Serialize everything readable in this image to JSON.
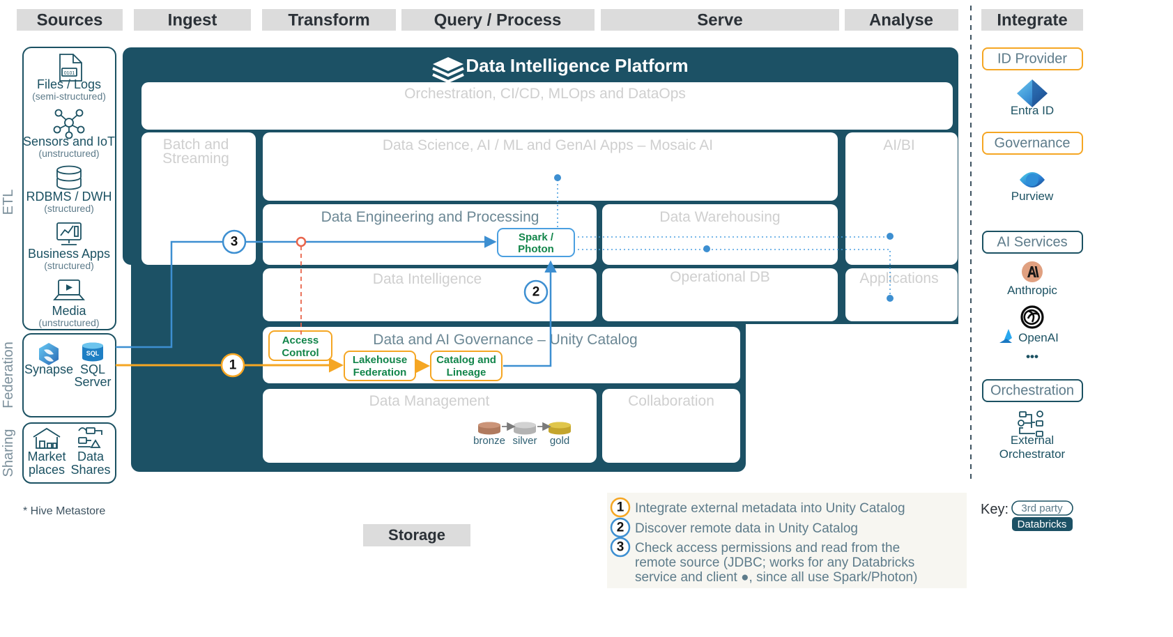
{
  "columns": [
    {
      "id": "sources",
      "label": "Sources"
    },
    {
      "id": "ingest",
      "label": "Ingest"
    },
    {
      "id": "transform",
      "label": "Transform"
    },
    {
      "id": "query",
      "label": "Query / Process"
    },
    {
      "id": "serve",
      "label": "Serve"
    },
    {
      "id": "analyse",
      "label": "Analyse"
    },
    {
      "id": "integrate",
      "label": "Integrate"
    }
  ],
  "sources": {
    "side_labels": [
      "ETL",
      "Federation",
      "Sharing"
    ],
    "etl_items": [
      {
        "icon": "file-binary-icon",
        "label": "Files / Logs",
        "sub": "(semi-structured)"
      },
      {
        "icon": "sensor-network-icon",
        "label": "Sensors and IoT",
        "sub": "(unstructured)"
      },
      {
        "icon": "database-icon",
        "label": "RDBMS / DWH",
        "sub": "(structured)"
      },
      {
        "icon": "monitor-chart-icon",
        "label": "Business Apps",
        "sub": "(structured)"
      },
      {
        "icon": "media-laptop-icon",
        "label": "Media",
        "sub": "(unstructured)"
      }
    ],
    "federation_items": [
      {
        "icon": "synapse-icon",
        "label": "Synapse"
      },
      {
        "icon": "sql-server-icon",
        "label": "SQL Server"
      }
    ],
    "sharing_items": [
      {
        "icon": "marketplace-icon",
        "label": "Market places"
      },
      {
        "icon": "data-share-icon",
        "label": "Data Shares"
      }
    ],
    "footnote": "* Hive Metastore"
  },
  "platform": {
    "title": "Data Intelligence Platform",
    "logo_icon": "databricks-logo-icon",
    "ops_band": "Orchestration, CI/CD, MLOps and DataOps",
    "batch_streaming": "Batch and Streaming",
    "rows": [
      {
        "id": "mosaic",
        "label": "Data Science, AI / ML and GenAI Apps – Mosaic AI",
        "right": "AI/BI"
      },
      {
        "id": "dep",
        "label": "Data Engineering and Processing",
        "right": "Data Warehousing"
      },
      {
        "id": "di",
        "label": "Data Intelligence",
        "right": "Operational DB",
        "far": "Applications"
      },
      {
        "id": "uc",
        "label": "Data and AI Governance – Unity Catalog"
      },
      {
        "id": "dm",
        "label": "Data Management",
        "right": "Collaboration"
      }
    ],
    "tags": [
      {
        "id": "access-control",
        "label": "Access Control",
        "style": "orange"
      },
      {
        "id": "lakehouse-federation",
        "label": "Lakehouse Federation",
        "style": "orange"
      },
      {
        "id": "catalog-lineage",
        "label": "Catalog and Lineage",
        "style": "orange"
      },
      {
        "id": "spark-photon",
        "label": "Spark / Photon",
        "style": "blue"
      }
    ],
    "medallion": [
      {
        "label": "bronze",
        "color": "#c08a6e"
      },
      {
        "label": "silver",
        "color": "#c6c6c6"
      },
      {
        "label": "gold",
        "color": "#d7b93c"
      }
    ]
  },
  "storage": {
    "label": "Storage"
  },
  "flow_markers": [
    {
      "n": "1",
      "style": "orange"
    },
    {
      "n": "2",
      "style": "blue"
    },
    {
      "n": "3",
      "style": "blue"
    }
  ],
  "legend": {
    "items": [
      {
        "n": "1",
        "style": "orange",
        "lines": [
          "Integrate external metadata into Unity Catalog"
        ]
      },
      {
        "n": "2",
        "style": "blue",
        "lines": [
          "Discover remote data in Unity Catalog"
        ]
      },
      {
        "n": "3",
        "style": "blue",
        "lines": [
          "Check access permissions and read from the",
          "remote source (JDBC; works for any Databricks",
          "service and client ●, since all use Spark/Photon)"
        ]
      }
    ]
  },
  "key": {
    "label": "Key:",
    "third_party": "3rd party",
    "databricks": "Databricks"
  },
  "integrate": {
    "groups": [
      {
        "id": "id-provider",
        "title": "ID Provider",
        "border": "orange",
        "items": [
          {
            "icon": "entra-id-icon",
            "label": "Entra ID"
          }
        ]
      },
      {
        "id": "governance",
        "title": "Governance",
        "border": "orange",
        "items": [
          {
            "icon": "purview-icon",
            "label": "Purview"
          }
        ]
      },
      {
        "id": "ai-services",
        "title": "AI Services",
        "border": "dark",
        "items": [
          {
            "icon": "anthropic-icon",
            "label": "Anthropic"
          },
          {
            "icon": "openai-icon",
            "label": "OpenAI"
          },
          {
            "icon": "ellipsis-icon",
            "label": "•••"
          }
        ]
      },
      {
        "id": "orchestration",
        "title": "Orchestration",
        "border": "dark",
        "items": [
          {
            "icon": "workflow-icon",
            "label": "External Orchestrator"
          }
        ]
      }
    ]
  },
  "colors": {
    "platform_navy": "#1c5165",
    "orange": "#f5a623",
    "blue": "#3d8fd1",
    "green": "#12854a",
    "red": "#e8644b",
    "header_grey": "#dcdcdc"
  }
}
